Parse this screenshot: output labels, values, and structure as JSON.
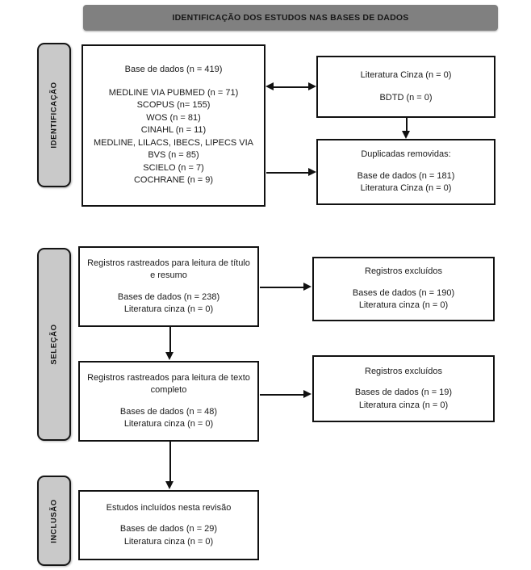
{
  "banner": {
    "title": "IDENTIFICAÇÃO DOS ESTUDOS NAS BASES DE DADOS"
  },
  "stages": [
    {
      "id": "identificacao",
      "label": "IDENTIFICAÇÃO"
    },
    {
      "id": "selecao",
      "label": "SELEÇÃO"
    },
    {
      "id": "inclusao",
      "label": "INCLUSÃO"
    }
  ],
  "boxes": {
    "databases": {
      "heading": "Base de dados (n = 419)",
      "sources": [
        "MEDLINE VIA PUBMED (n = 71)",
        "SCOPUS (n= 155)",
        "WOS (n = 81)",
        "CINAHL (n = 11)",
        "MEDLINE, LILACS, IBECS, LIPECS VIA",
        "BVS (n = 85)",
        "SCIELO (n = 7)",
        "COCHRANE (n = 9)"
      ]
    },
    "grey_literature": {
      "line1": "Literatura Cinza (n = 0)",
      "line2": "BDTD (n = 0)"
    },
    "duplicates_removed": {
      "heading": "Duplicadas removidas:",
      "line1": "Base de dados (n = 181)",
      "line2": "Literatura Cinza (n = 0)"
    },
    "screened_title_abstract": {
      "heading": "Registros rastreados para leitura de título e resumo",
      "line1": "Bases de dados (n = 238)",
      "line2": "Literatura cinza (n = 0)"
    },
    "excluded_title_abstract": {
      "heading": "Registros excluídos",
      "line1": "Bases de dados (n = 190)",
      "line2": "Literatura cinza (n = 0)"
    },
    "screened_full_text": {
      "heading": "Registros rastreados para leitura de texto completo",
      "line1": "Bases de dados (n = 48)",
      "line2": "Literatura cinza (n = 0)"
    },
    "excluded_full_text": {
      "heading": "Registros excluídos",
      "line1": "Bases de dados (n = 19)",
      "line2": "Literatura cinza (n = 0)"
    },
    "included_studies": {
      "heading": "Estudos incluídos nesta revisão",
      "line1": "Bases de dados (n = 29)",
      "line2": "Literatura cinza (n = 0)"
    }
  },
  "colors": {
    "banner_fill": "#808080",
    "stage_fill": "#c9c9c9",
    "box_border": "#111111",
    "text": "#1a1a1a"
  }
}
